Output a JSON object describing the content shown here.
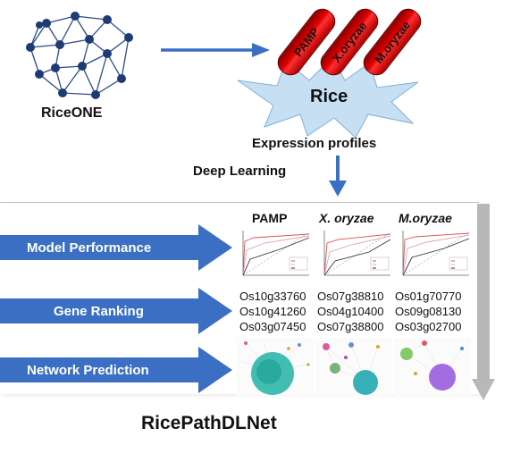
{
  "riceone": {
    "label": "RiceONE"
  },
  "rice": {
    "label": "Rice",
    "pills": [
      "PAMP",
      "X.oryzae",
      "M.oryzae"
    ]
  },
  "expression_label": "Expression profiles",
  "deep_learning_label": "Deep Learning",
  "columns": [
    "PAMP",
    "X. oryzae",
    "M.oryzae"
  ],
  "rows": {
    "model": "Model Performance",
    "gene": "Gene Ranking",
    "network": "Network Prediction"
  },
  "genes": [
    [
      "Os10g33760",
      "Os10g41260",
      "Os03g07450"
    ],
    [
      "Os07g38810",
      "Os04g10400",
      "Os07g38800"
    ],
    [
      "Os01g70770",
      "Os09g08130",
      "Os03g02700"
    ]
  ],
  "footer_title": "RicePathDLNet",
  "colors": {
    "arrow_blue": "#3a6fc4",
    "pill_red": "#d40000",
    "burst": "#c6dff2",
    "network_node": "#1f3b73"
  }
}
